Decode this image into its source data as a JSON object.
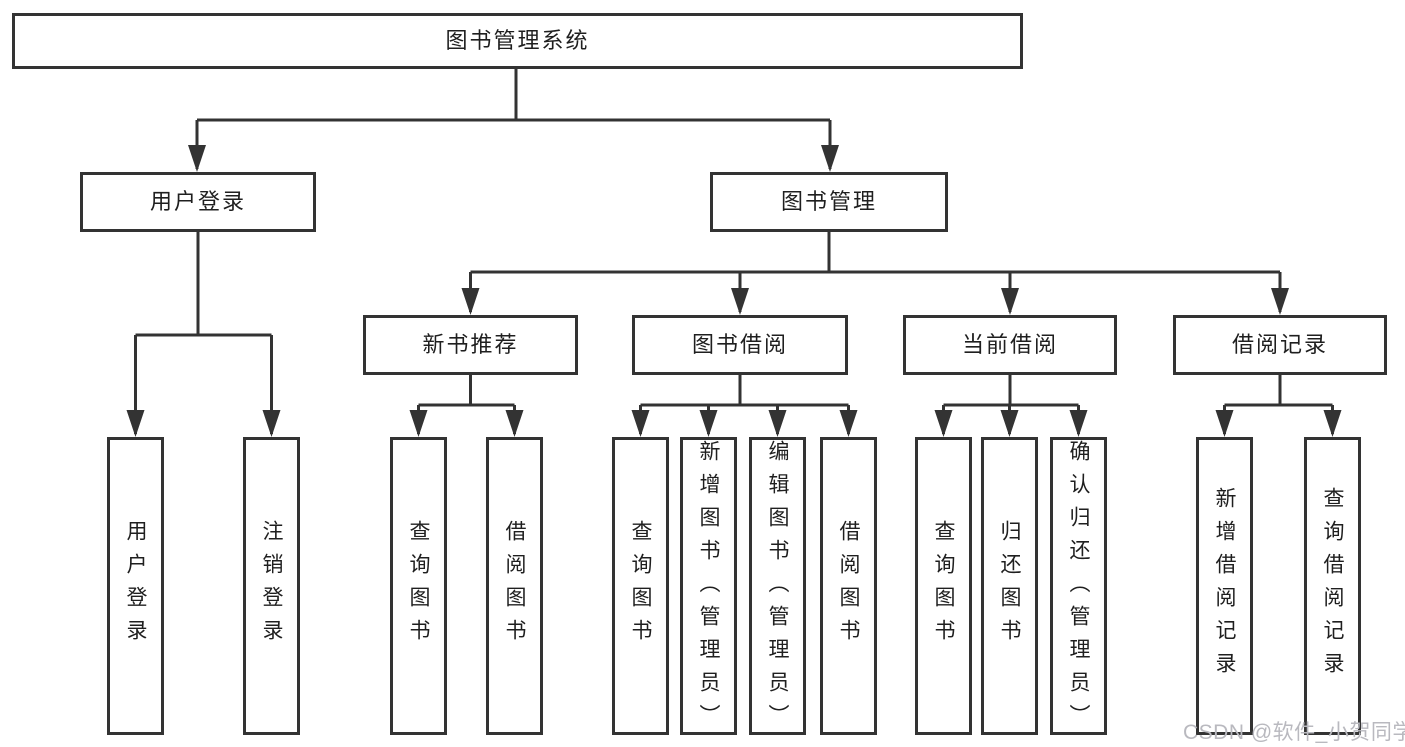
{
  "nodes": {
    "root": "图书管理系统",
    "level1": [
      "用户登录",
      "图书管理"
    ],
    "level2": [
      "新书推荐",
      "图书借阅",
      "当前借阅",
      "借阅记录"
    ],
    "leaves": [
      "用户登录",
      "注销登录",
      "查询图书",
      "借阅图书",
      "查询图书",
      "新增图书（管理员）",
      "编辑图书（管理员）",
      "借阅图书",
      "查询图书",
      "归还图书",
      "确认归还（管理员）",
      "新增借阅记录",
      "查询借阅记录"
    ]
  },
  "watermark": "CSDN @软件_小贺同学",
  "colors": {
    "line": "#333333",
    "box_border": "#333333",
    "text": "#1f1f1f",
    "watermark": "#b9b9bf",
    "background": "#ffffff"
  }
}
